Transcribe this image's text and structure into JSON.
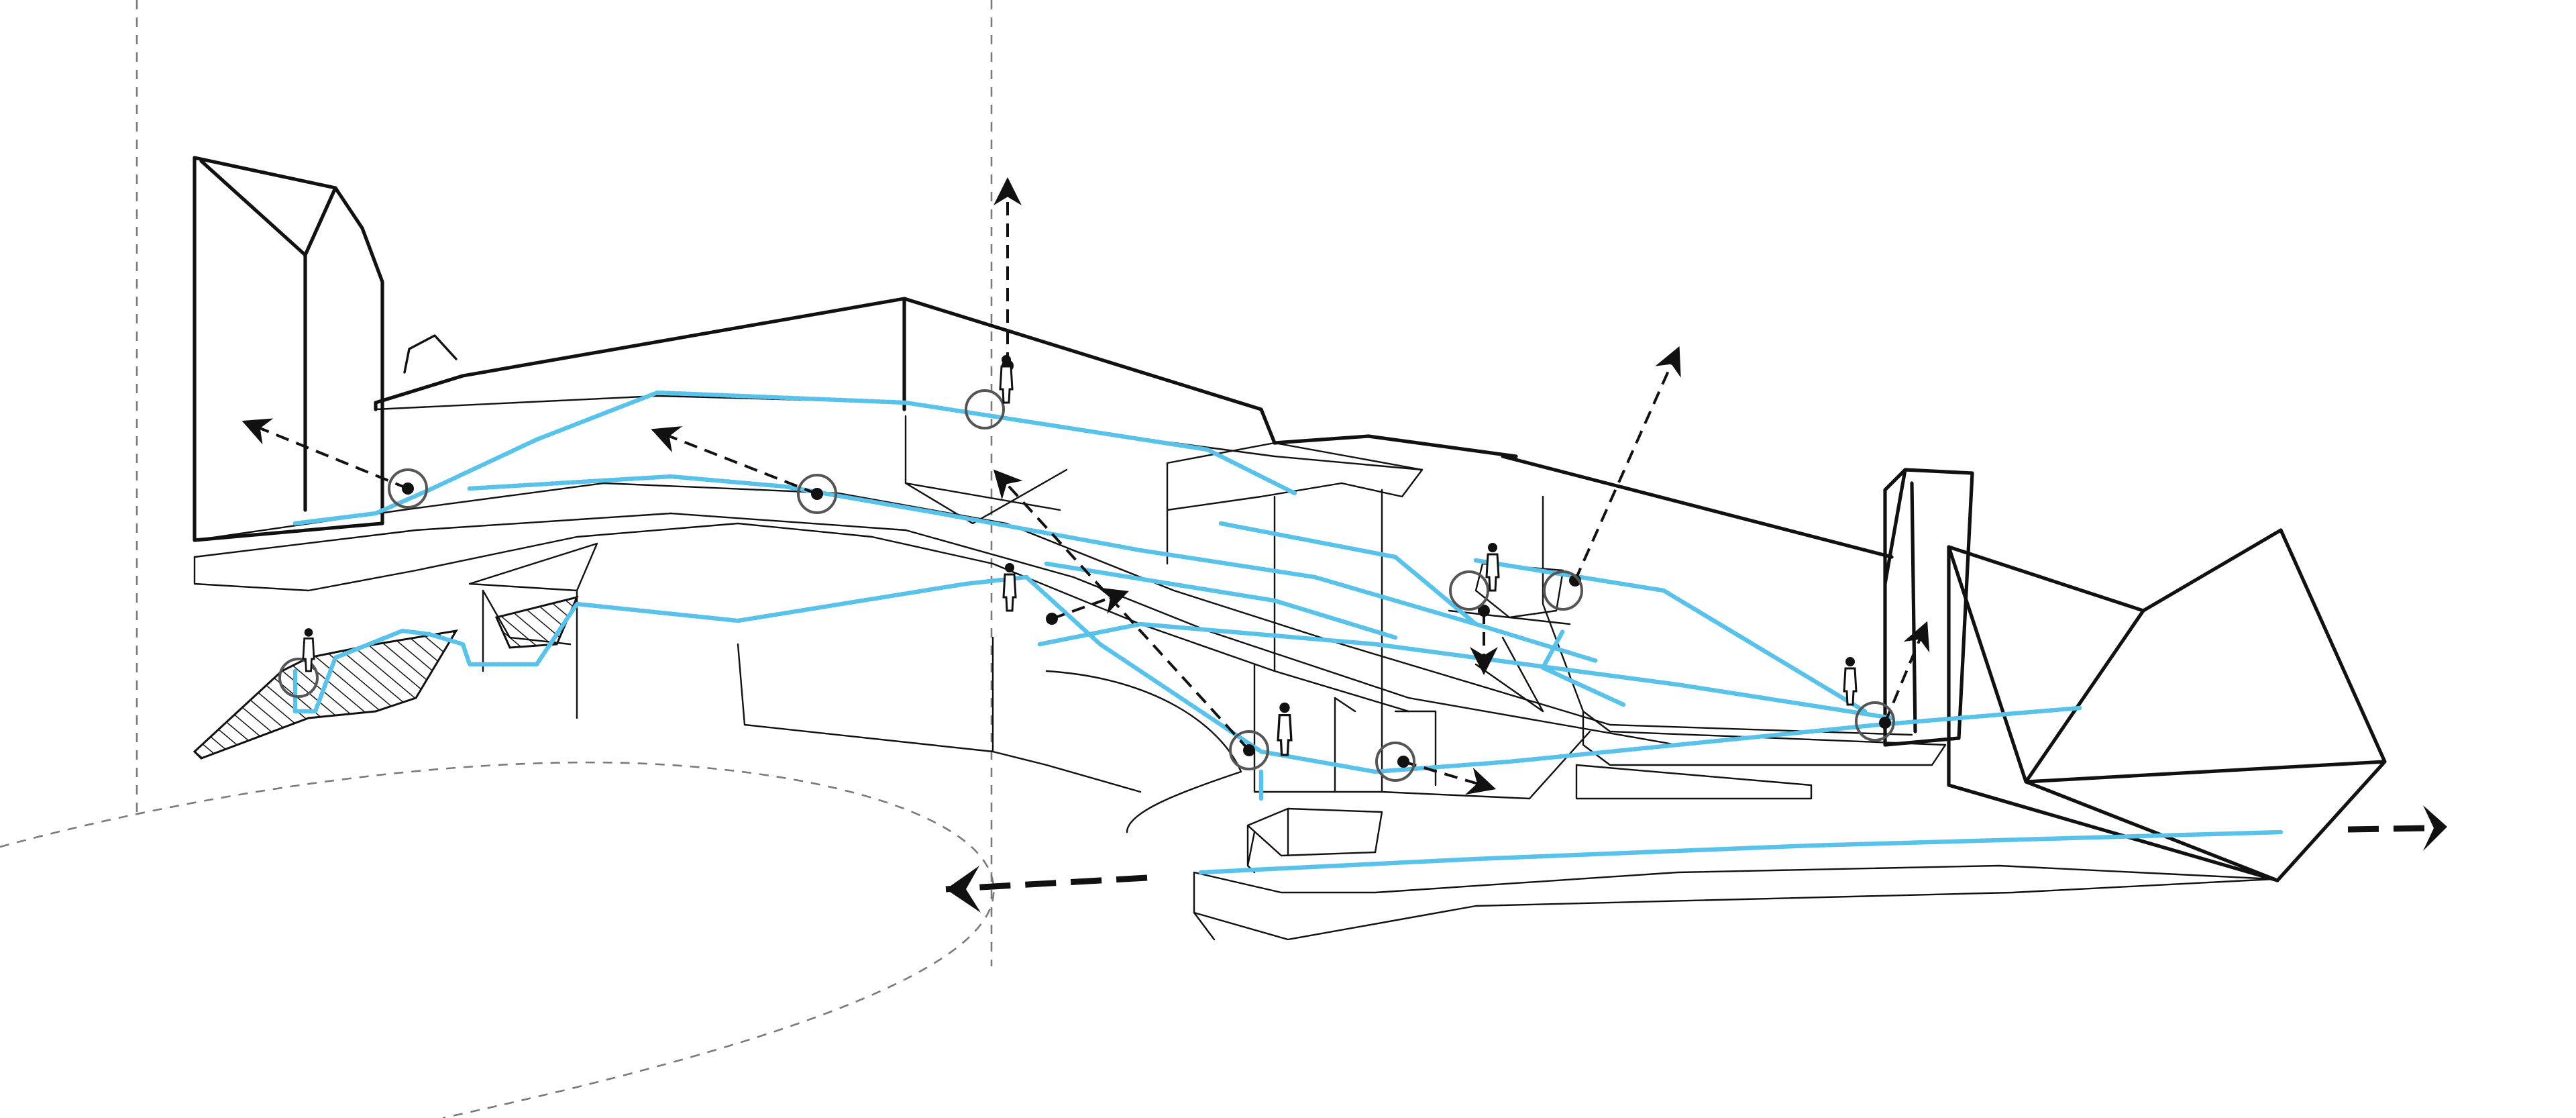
{
  "diagram": {
    "style": "architectural axonometric line drawing",
    "colors": {
      "background": "#ffffff",
      "linework": "#111111",
      "guide_lines": "#7a7a7a",
      "circulation_path": "#58c2ea",
      "viewpoint_ring": "#555555",
      "ground_shade": "#d9d9d9"
    },
    "elements": {
      "building": "building-outline",
      "circulation": "circulation-path",
      "viewpoints": "viewpoint-marker",
      "sightlines": "sightline-arrow",
      "people": "person-figure",
      "flow": "site-flow-arrow"
    }
  }
}
